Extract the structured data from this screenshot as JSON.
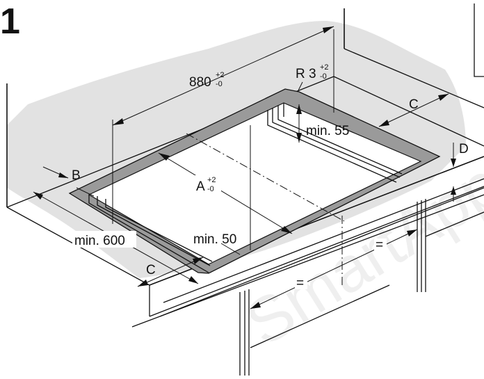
{
  "figure": {
    "number": "1"
  },
  "labels": {
    "width": "880",
    "width_tol_plus": "+2",
    "width_tol_minus": "-0",
    "radius": "R 3",
    "radius_tol_plus": "+2",
    "radius_tol_minus": "-0",
    "depth": "A",
    "depth_tol_plus": "+2",
    "depth_tol_minus": "-0",
    "back_clearance": "min. 55",
    "front_clearance": "min. 50",
    "worktop_depth": "min. 600",
    "b": "B",
    "c_back": "C",
    "c_front": "C",
    "d": "D",
    "equal_right": "=",
    "equal_left": "="
  },
  "watermark": "SmartAppl"
}
